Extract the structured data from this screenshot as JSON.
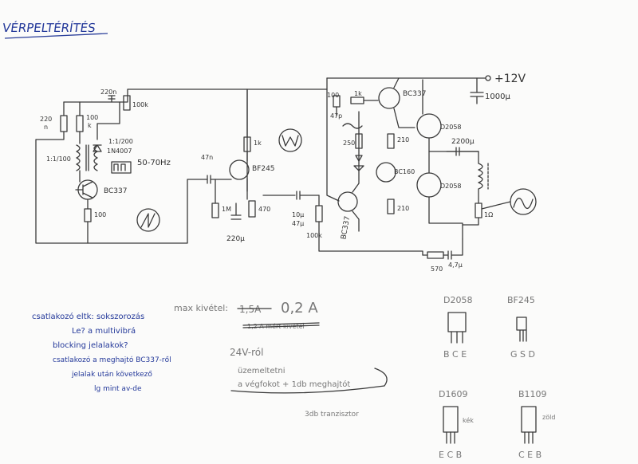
{
  "title": "VÉRPELTÉRÍTÉS",
  "supply": {
    "voltage": "+12V",
    "cap": "1000µ"
  },
  "labels": {
    "r220": "220",
    "n": "n",
    "r100k": "100",
    "k": "k",
    "c220n_top": "220n",
    "pot100k_top": "100k",
    "transformer_left": "1:1/100",
    "transformer_right": "1:1/200",
    "diode_1n4007": "1N4007",
    "freq": "50-70Hz",
    "bc337_osc": "BC337",
    "r100_osc": "100",
    "c47n": "47n",
    "bf245": "BF245",
    "r1k_bf": "1k",
    "r1m": "1M",
    "r470": "470",
    "c220u": "220µ",
    "c10u": "10µ",
    "c47u": "47µ",
    "pot100k_mid": "100k",
    "bc337_mid": "BC337",
    "r100_top": "100",
    "pot1k": "1k",
    "bc337_top": "BC337",
    "c47p": "47p",
    "r250": "250",
    "r210": "210",
    "bc160": "BC160",
    "d2058_top": "D2058",
    "d2058_bot": "D2058",
    "r210_b": "210",
    "c2200u": "2200µ",
    "r1ohm": "1Ω",
    "r570": "570",
    "c47u_b": "4,7µ"
  },
  "notes_left": [
    "csatlakozó eltk: sokszorozás",
    "Le? a multivibrá",
    "blocking jelalakok?",
    "csatlakozó a meghajtó BC337-ről",
    "jelalak után következő",
    "lg  mint av-de"
  ],
  "max_current": {
    "label": "max kivétel:",
    "struck": "1,5A",
    "value": "0,2 A",
    "struck2": "1,2 A mért kivétel"
  },
  "notes_bottom": [
    "24V-ról",
    "üzemeltetni",
    "a végfokot + 1db meghajtót",
    "3db tranzisztor"
  ],
  "pinouts": [
    {
      "name": "D2058",
      "pins": "B C E"
    },
    {
      "name": "BF245",
      "pins": "G S D"
    },
    {
      "name": "D1609",
      "pins": "E C B",
      "note": "kék"
    },
    {
      "name": "B1109",
      "pins": "C E B",
      "note": "zöld"
    }
  ]
}
